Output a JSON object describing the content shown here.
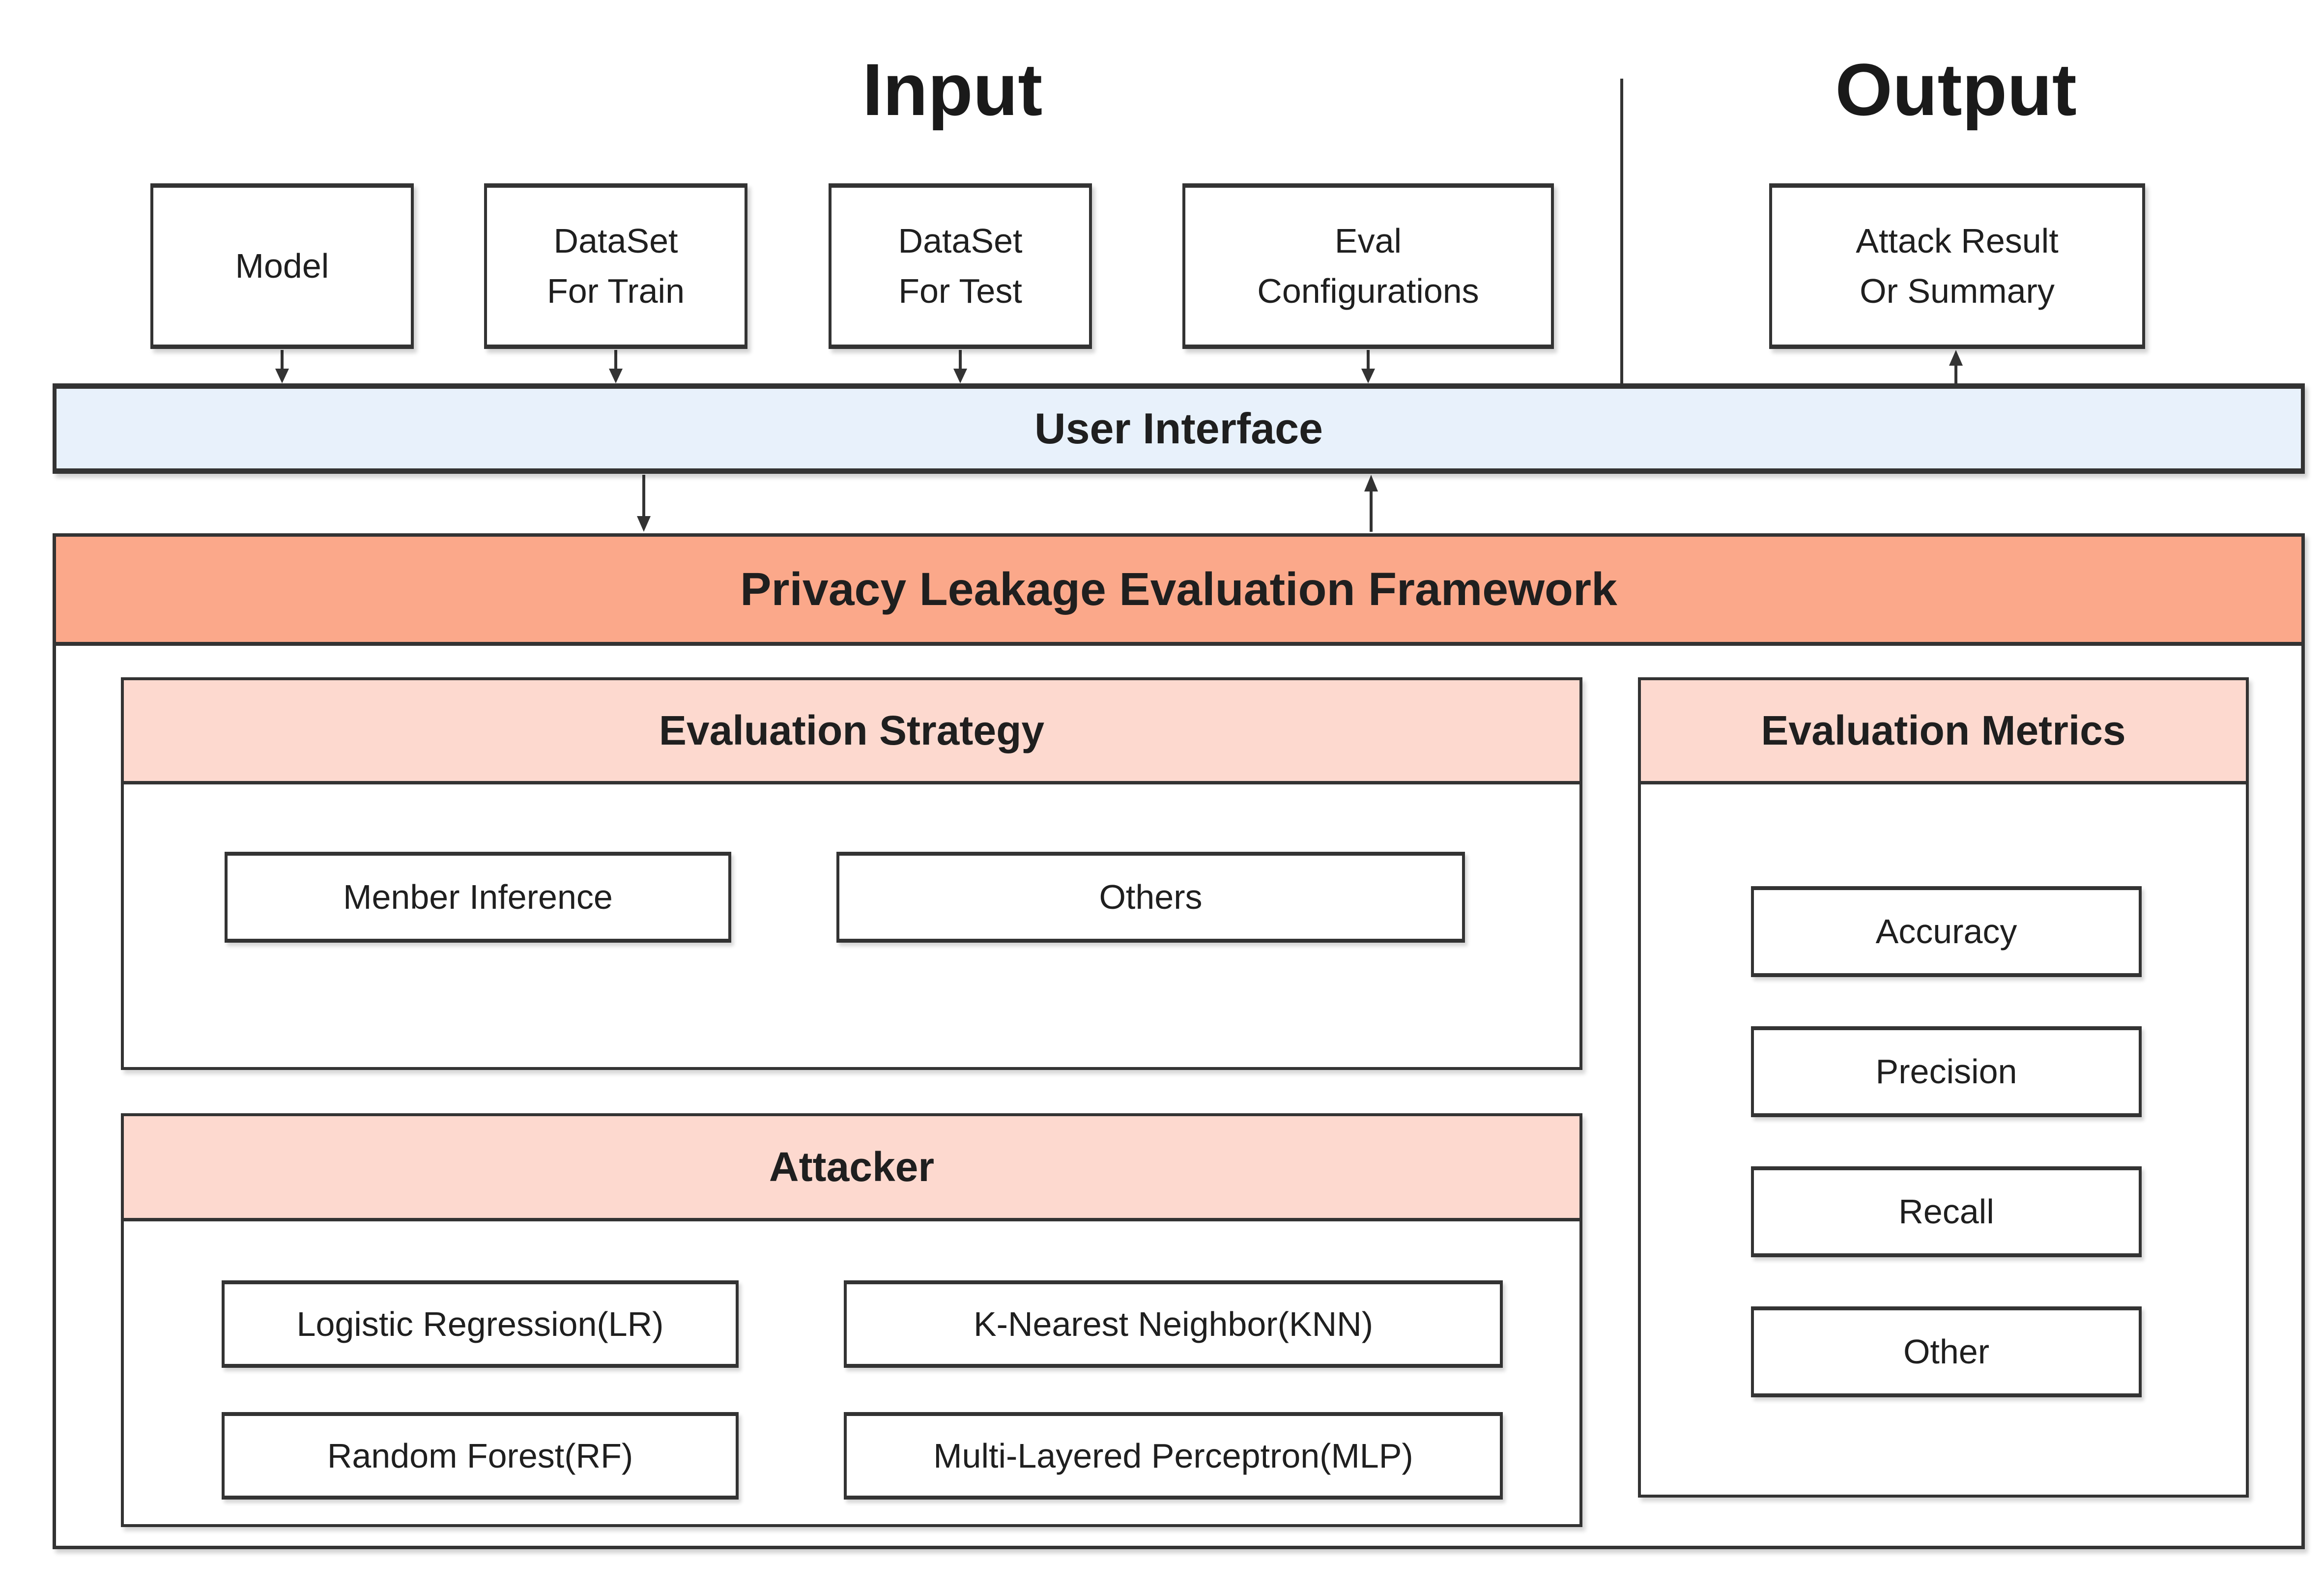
{
  "titles": {
    "input": "Input",
    "output": "Output"
  },
  "input_boxes": [
    {
      "label": "Model"
    },
    {
      "label": "DataSet\nFor Train"
    },
    {
      "label": "DataSet\nFor Test"
    },
    {
      "label": "Eval\nConfigurations"
    }
  ],
  "output_box": {
    "label": "Attack Result\nOr Summary"
  },
  "ui_bar": {
    "label": "User Interface"
  },
  "framework": {
    "label": "Privacy Leakage Evaluation Framework"
  },
  "strategy": {
    "header": "Evaluation Strategy",
    "items": [
      "Menber Inference",
      "Others"
    ]
  },
  "attacker": {
    "header": "Attacker",
    "items": [
      "Logistic Regression(LR)",
      "K-Nearest Neighbor(KNN)",
      "Random Forest(RF)",
      "Multi-Layered Perceptron(MLP)"
    ]
  },
  "metrics": {
    "header": "Evaluation Metrics",
    "items": [
      "Accuracy",
      "Precision",
      "Recall",
      "Other"
    ]
  },
  "colors": {
    "ui_bar_fill": "#E8F1FB",
    "framework_fill": "#FBA88A",
    "section_header_fill": "#FDD9CF",
    "border": "#333333",
    "text": "#1F1F1F"
  }
}
